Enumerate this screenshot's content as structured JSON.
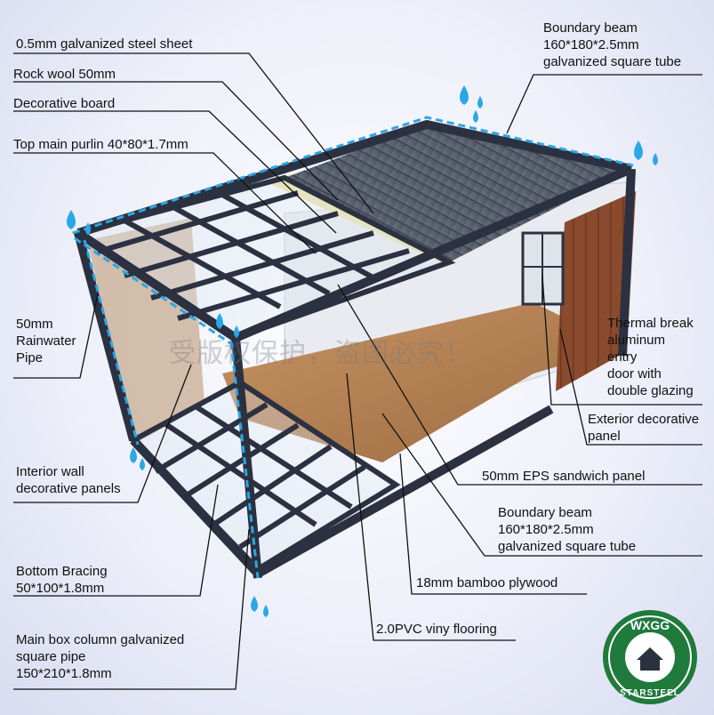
{
  "labels": {
    "steel_sheet": "0.5mm  galvanized  steel sheet",
    "rock_wool": "Rock wool 50mm",
    "decorative_board": "Decorative board",
    "top_purlin": "Top main purlin 40*80*1.7mm",
    "rainwater_pipe": [
      "50mm",
      "Rainwater",
      "Pipe"
    ],
    "interior_wall": [
      "Interior wall",
      "decorative panels"
    ],
    "bottom_bracing": [
      "Bottom Bracing",
      "50*100*1.8mm"
    ],
    "main_column": [
      "Main box column galvanized",
      "square pipe",
      "150*210*1.8mm"
    ],
    "boundary_beam_top": [
      "Boundary beam",
      "160*180*2.5mm",
      "galvanized square tube"
    ],
    "thermal_door": [
      "Thermal break",
      "aluminum",
      "entry",
      "door with",
      "double glazing"
    ],
    "exterior_panel": [
      "Exterior decorative",
      "panel"
    ],
    "eps_panel": "50mm EPS sandwich  panel",
    "boundary_beam_mid": [
      "Boundary beam",
      "160*180*2.5mm",
      "galvanized square tube"
    ],
    "bamboo_plywood": "18mm bamboo plywood",
    "pvc_flooring": "2.0PVC viny flooring"
  },
  "watermark": "受版权保护，盗图必究！",
  "logo": {
    "top_text": "WXGG",
    "bottom_text": "STARSTEEL"
  },
  "colors": {
    "frame": "#2b3140",
    "roof": "#5b6472",
    "rock_wool": "#ece3a6",
    "floor": "#b07a4a",
    "exterior_panel": "#8a4a2e",
    "rain_dash": "#2aa7e6",
    "logo_green": "#1f7a3c"
  }
}
